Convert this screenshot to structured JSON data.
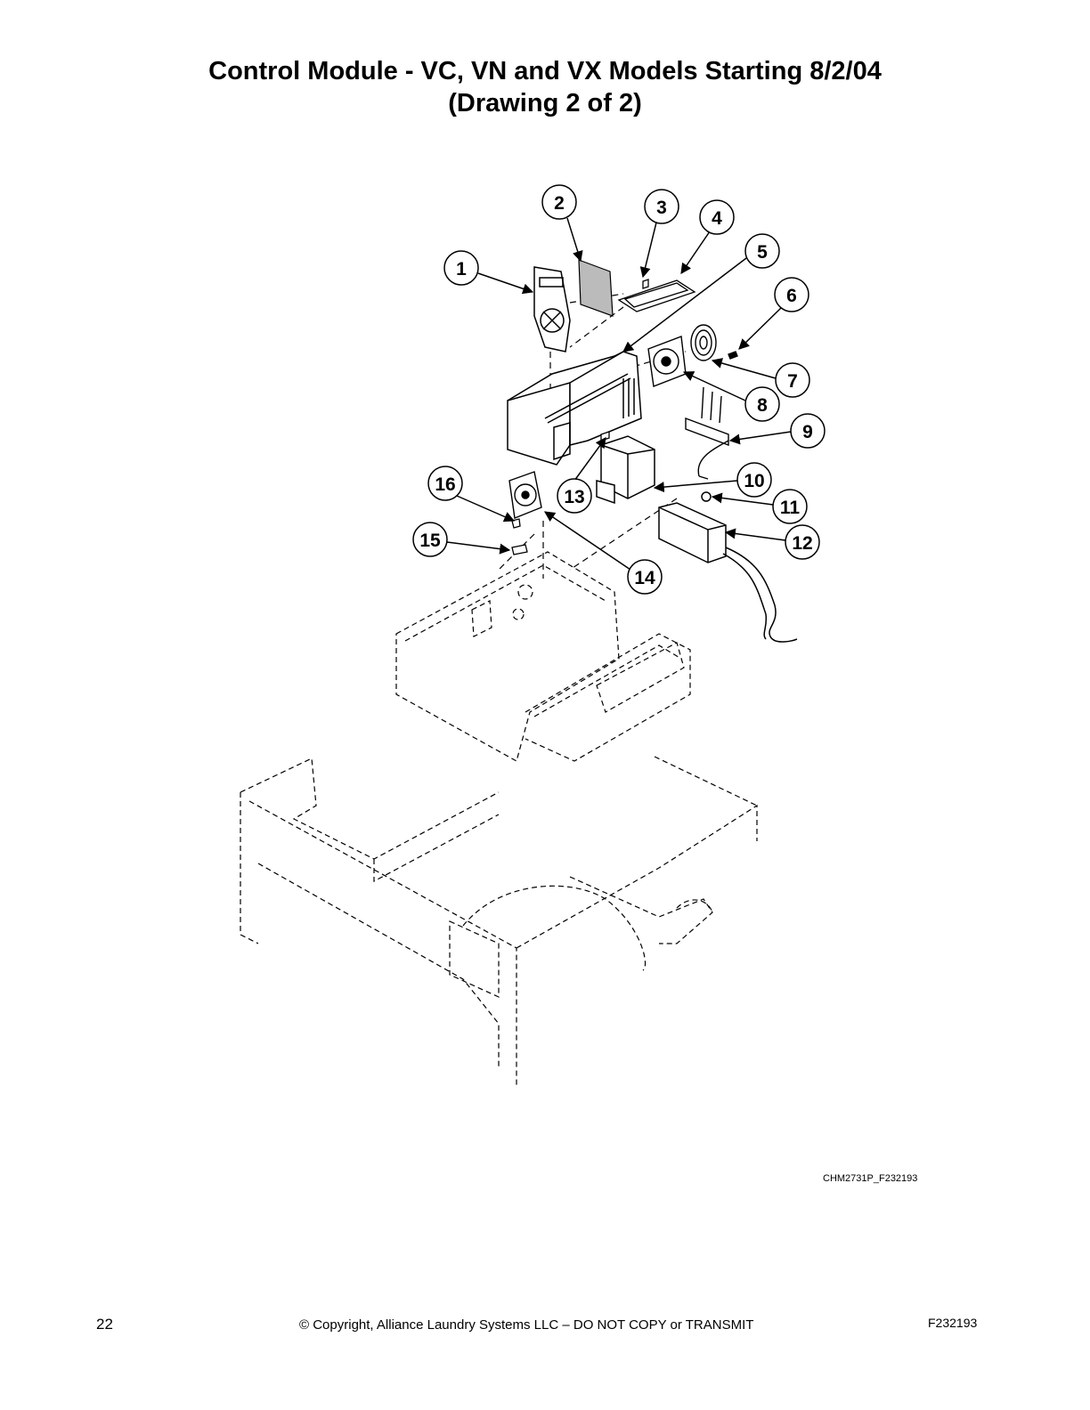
{
  "title": {
    "line1": "Control Module - VC, VN and VX Models Starting 8/2/04",
    "line2": "(Drawing 2 of 2)"
  },
  "callouts": [
    "1",
    "2",
    "3",
    "4",
    "5",
    "6",
    "7",
    "8",
    "9",
    "10",
    "11",
    "12",
    "13",
    "14",
    "15",
    "16"
  ],
  "drawing_id": "CHM2731P_F232193",
  "footer": {
    "page_number": "22",
    "copyright": "© Copyright, Alliance Laundry Systems LLC – DO NOT COPY or TRANSMIT",
    "doc_code": "F232193"
  }
}
